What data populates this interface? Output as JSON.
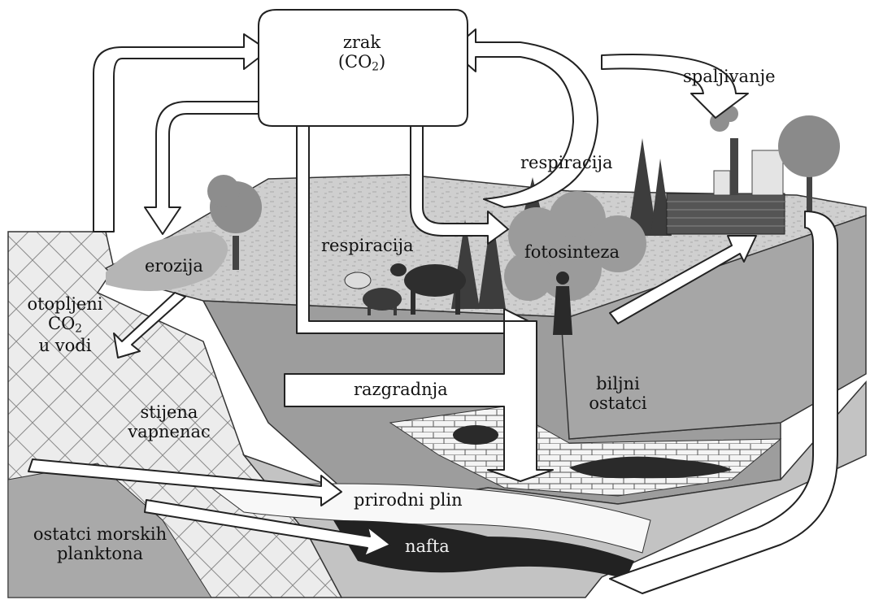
{
  "labels": {
    "air_line1": "zrak",
    "air_co2_prefix": "(CO",
    "air_co2_sub": "2",
    "air_co2_suffix": ")",
    "combustion": "spaljivanje",
    "respiration_top": "respiracija",
    "respiration_animals": "respiracija",
    "photosynthesis": "fotosinteza",
    "erosion": "erozija",
    "dissolved_line1": "otopljeni",
    "dissolved_co": "CO",
    "dissolved_sub": "2",
    "dissolved_line3": "u vodi",
    "decomposition": "razgradnja",
    "plant_remains_line1": "biljni",
    "plant_remains_line2": "ostatci",
    "limestone_line1": "stijena",
    "limestone_line2": "vapnenac",
    "natural_gas": "prirodni plin",
    "oil": "nafta",
    "plankton_line1": "ostatci morskih",
    "plankton_line2": "planktona"
  },
  "colors": {
    "ground_top": "#c9c9c9",
    "soil": "#9d9d9d",
    "soil_dark": "#7b7b7b",
    "limestone": "#e8e8e8",
    "plankton_layer": "#a9a9a9",
    "oil": "#2a2a2a",
    "arrow_fill": "#ffffff",
    "arrow_stroke": "#222222"
  }
}
